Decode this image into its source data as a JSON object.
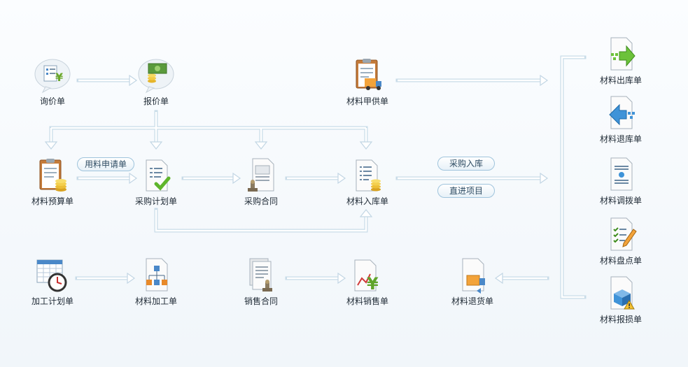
{
  "nodes": {
    "inquiry": "询价单",
    "quote": "报价单",
    "party_a_supply": "材料甲供单",
    "material_budget": "材料预算单",
    "purchase_plan": "采购计划单",
    "purchase_contract": "采购合同",
    "material_inbound": "材料入库单",
    "processing_plan": "加工计划单",
    "material_processing": "材料加工单",
    "sales_contract": "销售合同",
    "material_sales": "材料销售单",
    "material_return": "材料退货单",
    "material_outbound": "材料出库单",
    "material_return_stock": "材料退库单",
    "material_transfer": "材料调拨单",
    "material_inventory": "材料盘点单",
    "material_loss": "材料报损单"
  },
  "pills": {
    "material_request": "用料申请单",
    "purchase_inbound": "采购入库",
    "direct_item": "直进项目"
  },
  "icons": {
    "inquiry": "inquiry-bubble-icon",
    "quote": "money-bubble-icon",
    "party_a_supply": "clipboard-truck-icon",
    "material_budget": "clipboard-coins-icon",
    "purchase_plan": "document-check-icon",
    "purchase_contract": "contract-stamp-icon",
    "material_inbound": "list-coins-icon",
    "processing_plan": "calendar-clock-icon",
    "material_processing": "document-hierarchy-icon",
    "sales_contract": "stacked-contract-stamp-icon",
    "material_sales": "chart-yen-icon",
    "material_return": "document-box-return-icon",
    "material_outbound": "document-arrow-out-icon",
    "material_return_stock": "document-arrow-in-icon",
    "material_transfer": "document-transfer-icon",
    "material_inventory": "document-checklist-pencil-icon",
    "material_loss": "box-warning-icon"
  },
  "colors": {
    "connector": "#c9dce8",
    "pill_border": "#9fc4dc",
    "text": "#1f2a35"
  }
}
